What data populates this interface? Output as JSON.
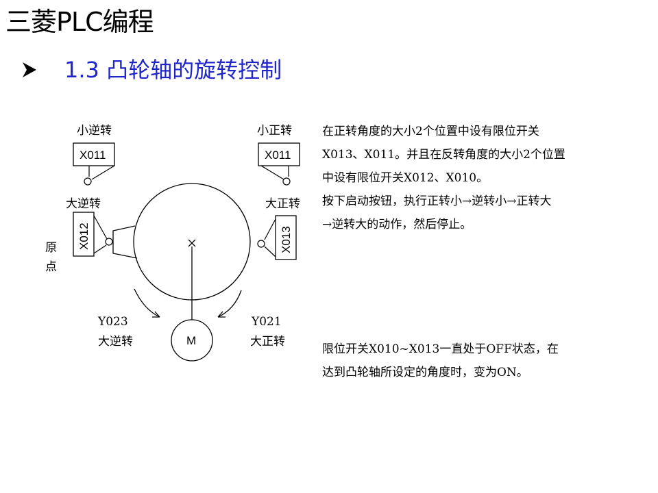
{
  "header": {
    "title": "三菱PLC编程"
  },
  "section": {
    "bullet_icon": "arrow-bullet-icon",
    "subtitle": "1.3  凸轮轴的旋转控制",
    "subtitle_color": "#1f25c8"
  },
  "diagram": {
    "small_reverse_label": "小逆转",
    "small_reverse_switch": "X011",
    "small_forward_label": "小正转",
    "small_forward_switch": "X011",
    "big_reverse_label": "大逆转",
    "big_reverse_switch": "X012",
    "big_forward_label": "大正转",
    "big_forward_switch": "X013",
    "origin_label_1": "原",
    "origin_label_2": "点",
    "motor_label": "M",
    "reverse_output": "Y023",
    "reverse_output_label": "大逆转",
    "forward_output": "Y021",
    "forward_output_label": "大正转"
  },
  "description": {
    "paragraph1": "在正转角度的大小2个位置中设有限位开关\nX013、X011。并且在反转角度的大小2个位置\n中设有限位开关X012、X010。\n按下启动按钮，执行正转小→逆转小→正转大\n→逆转大的动作，然后停止。",
    "paragraph2": "限位开关X010~X013一直处于OFF状态，在\n达到凸轮轴所设定的角度时，变为ON。"
  }
}
